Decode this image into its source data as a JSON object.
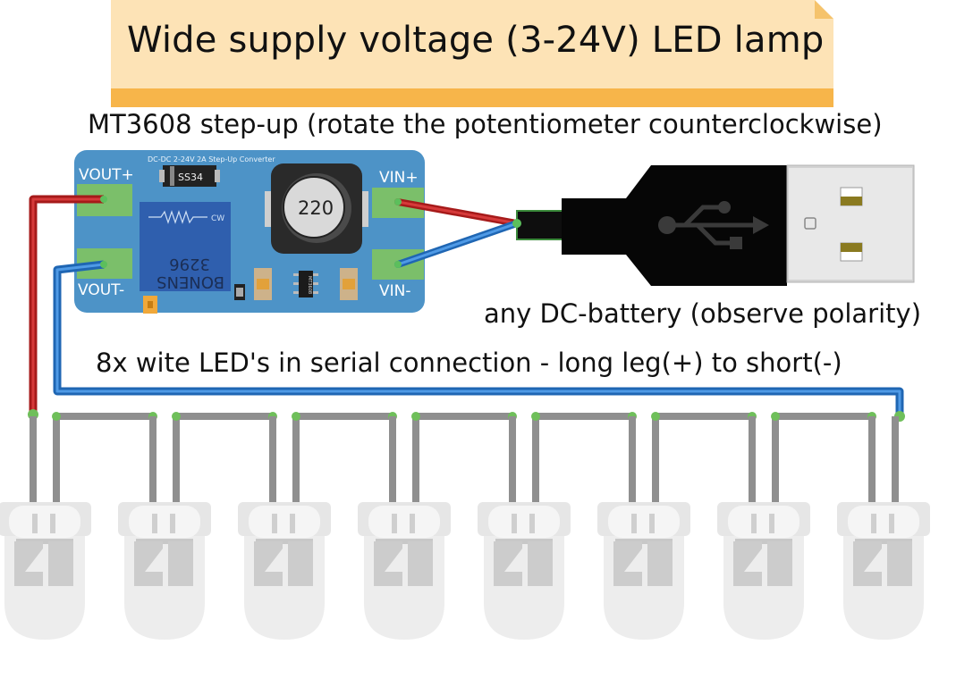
{
  "title": "Wide supply voltage (3-24V) LED lamp",
  "captions": {
    "converter": "MT3608 step-up (rotate the potentiometer counterclockwise)",
    "battery": "any DC-battery (observe polarity)",
    "leds": "8x wite LED's in serial connection - long leg(+) to short(-)"
  },
  "board": {
    "header": "DC-DC 2-24V 2A Step-Up Converter",
    "vout_plus": "VOUT+",
    "vout_minus": "VOUT-",
    "vin_plus": "VIN+",
    "vin_minus": "VIN-",
    "diode": "SS34",
    "inductor": "220",
    "pot_text1": "3296",
    "pot_text2": "BONENS",
    "pot_cw": "CW",
    "chip": "MT3608"
  },
  "led_count": 8,
  "colors": {
    "board": "#4d93c7",
    "pad": "#7bbf6a",
    "wire_red": "#bf2020",
    "wire_blue": "#2f7fd1",
    "note_bg": "#fde3b6",
    "note_bar": "#f7b54a"
  },
  "icons": [
    "usb-plug-icon",
    "usb-symbol-icon",
    "led-icon"
  ]
}
